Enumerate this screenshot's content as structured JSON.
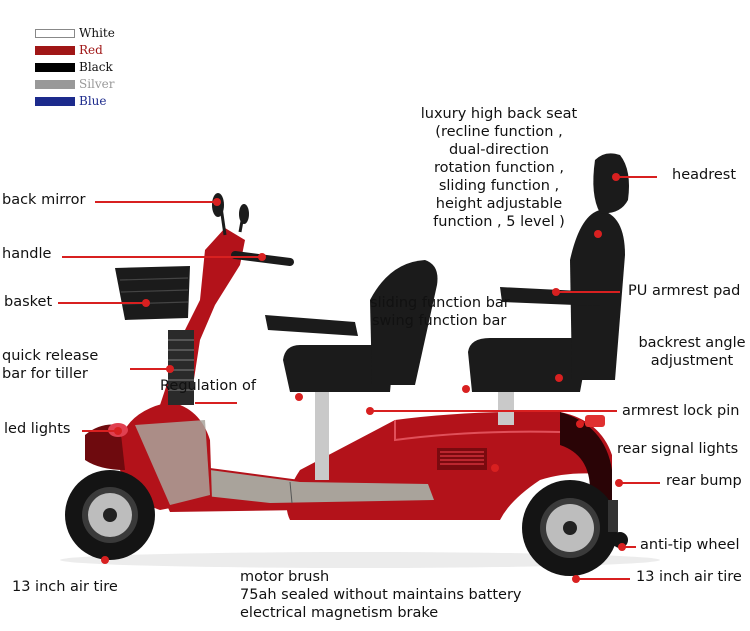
{
  "legend": {
    "items": [
      {
        "label": "White",
        "color": "#ffffff",
        "text_color": "#111111"
      },
      {
        "label": "Red",
        "color": "#a01616",
        "text_color": "#a01616"
      },
      {
        "label": "Black",
        "color": "#000000",
        "text_color": "#111111"
      },
      {
        "label": "Silver",
        "color": "#999999",
        "text_color": "#999999"
      },
      {
        "label": "Blue",
        "color": "#1c2a8c",
        "text_color": "#1c2a8c"
      }
    ]
  },
  "labels": {
    "back_mirror": "back mirror",
    "handle": "handle",
    "basket": "basket",
    "quick_release": [
      "quick release",
      "bar for tiller"
    ],
    "regulation": "Regulation of",
    "led_lights": "led lights",
    "tire_front": "13 inch air tire",
    "seat": [
      "luxury high back seat",
      "(recline function ,",
      "dual-direction",
      "rotation function ,",
      "sliding function ,",
      "height adjustable",
      "function , 5 level )"
    ],
    "headrest": "headrest",
    "sliding_bar": "sliding function bar",
    "swing_bar": "swing function bar",
    "pu_armrest": "PU armrest pad",
    "backrest_angle": [
      "backrest angle",
      "adjustment"
    ],
    "armrest_lock": "armrest lock pin",
    "rear_signal": "rear signal lights",
    "rear_bump": "rear bump",
    "anti_tip": "anti-tip wheel",
    "tire_rear": "13 inch air tire",
    "bottom": [
      "motor brush",
      "75ah sealed without maintains battery",
      "electrical magnetism brake"
    ]
  },
  "colors": {
    "accent": "#d82020",
    "body_red": "#b3121a",
    "dark_red": "#6e0a0e",
    "seat_black": "#1b1b1b",
    "floor_gray": "#a9a39b"
  }
}
